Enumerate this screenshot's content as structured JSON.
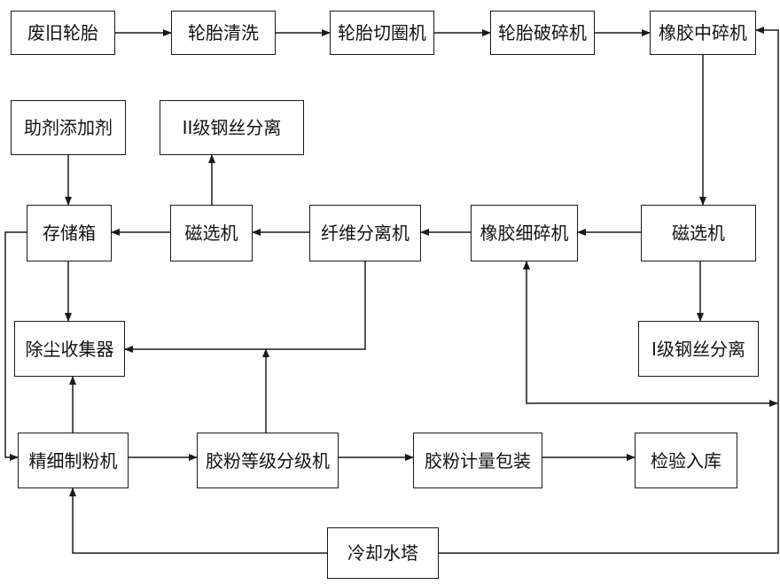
{
  "diagram": {
    "nodes": [
      {
        "id": "waste_tire",
        "label": "废旧轮胎"
      },
      {
        "id": "tire_wash",
        "label": "轮胎清洗"
      },
      {
        "id": "ring_cutter",
        "label": "轮胎切圈机"
      },
      {
        "id": "tire_crusher",
        "label": "轮胎破碎机"
      },
      {
        "id": "rubber_mid_crusher",
        "label": "橡胶中碎机"
      },
      {
        "id": "additive",
        "label": "助剂添加剂"
      },
      {
        "id": "steel_sep_2",
        "label": "II级钢丝分离"
      },
      {
        "id": "storage",
        "label": "存储箱"
      },
      {
        "id": "mag_sep_left",
        "label": "磁选机"
      },
      {
        "id": "fiber_sep",
        "label": "纤维分离机"
      },
      {
        "id": "rubber_fine_crusher",
        "label": "橡胶细碎机"
      },
      {
        "id": "mag_sep_right",
        "label": "磁选机"
      },
      {
        "id": "steel_sep_1",
        "label": "I级钢丝分离"
      },
      {
        "id": "dust_collector",
        "label": "除尘收集器"
      },
      {
        "id": "fine_mill",
        "label": "精细制粉机"
      },
      {
        "id": "grader",
        "label": "胶粉等级分级机"
      },
      {
        "id": "packing",
        "label": "胶粉计量包装"
      },
      {
        "id": "inspection",
        "label": "检验入库"
      },
      {
        "id": "cooling_tower",
        "label": "冷却水塔"
      }
    ],
    "edges": [
      {
        "from": "waste_tire",
        "to": "tire_wash"
      },
      {
        "from": "tire_wash",
        "to": "ring_cutter"
      },
      {
        "from": "ring_cutter",
        "to": "tire_crusher"
      },
      {
        "from": "tire_crusher",
        "to": "rubber_mid_crusher"
      },
      {
        "from": "rubber_mid_crusher",
        "to": "mag_sep_right"
      },
      {
        "from": "mag_sep_right",
        "to": "rubber_fine_crusher"
      },
      {
        "from": "mag_sep_right",
        "to": "steel_sep_1"
      },
      {
        "from": "rubber_fine_crusher",
        "to": "fiber_sep"
      },
      {
        "from": "fiber_sep",
        "to": "mag_sep_left"
      },
      {
        "from": "fiber_sep",
        "to": "dust_collector"
      },
      {
        "from": "mag_sep_left",
        "to": "storage"
      },
      {
        "from": "mag_sep_left",
        "to": "steel_sep_2"
      },
      {
        "from": "additive",
        "to": "storage"
      },
      {
        "from": "storage",
        "to": "dust_collector"
      },
      {
        "from": "storage",
        "to": "fine_mill"
      },
      {
        "from": "fine_mill",
        "to": "dust_collector"
      },
      {
        "from": "fine_mill",
        "to": "grader"
      },
      {
        "from": "grader",
        "to": "dust_collector"
      },
      {
        "from": "grader",
        "to": "packing"
      },
      {
        "from": "packing",
        "to": "inspection"
      },
      {
        "from": "cooling_tower",
        "to": "fine_mill"
      },
      {
        "from": "cooling_tower",
        "to": "rubber_mid_crusher"
      },
      {
        "from": "cooling_tower",
        "to": "rubber_fine_crusher"
      }
    ]
  }
}
